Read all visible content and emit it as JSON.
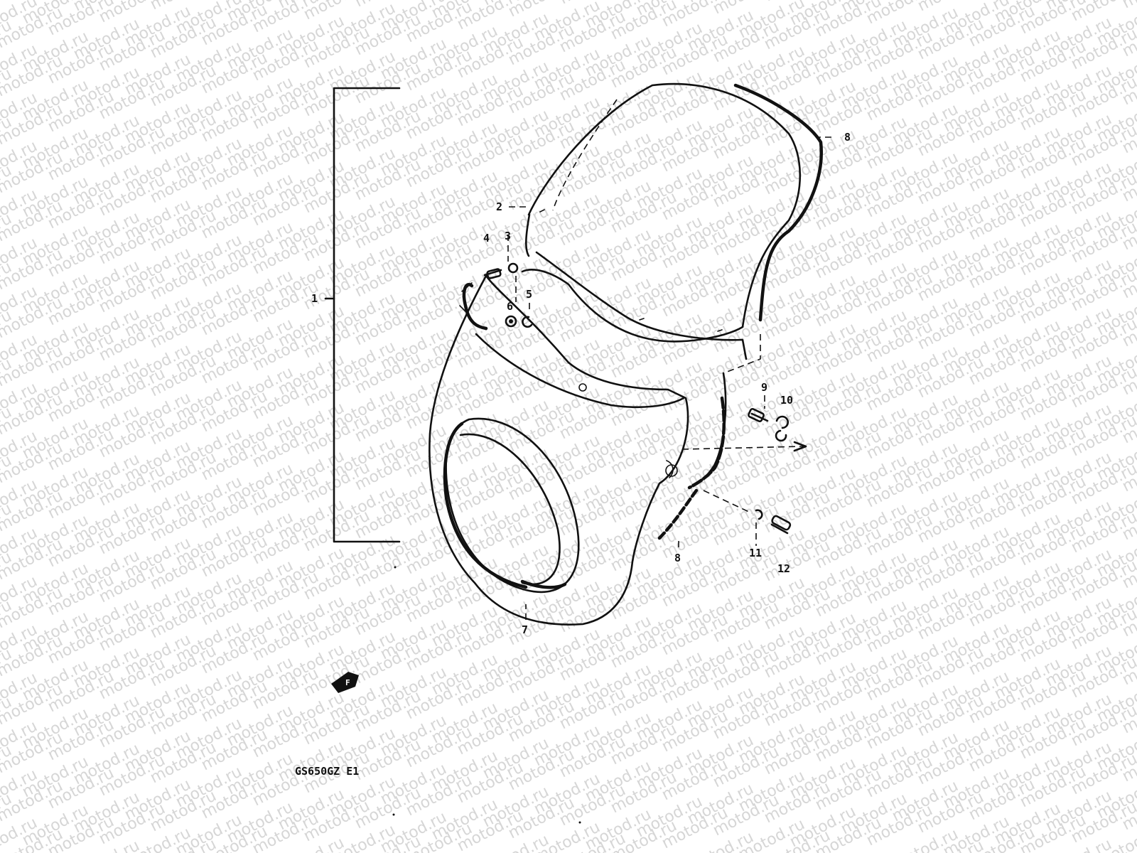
{
  "watermark": "motod.ru",
  "model_code": "GS650GZ  E1",
  "callouts": [
    "1",
    "2",
    "3",
    "4",
    "5",
    "6",
    "7",
    "8",
    "8",
    "9",
    "10",
    "11",
    "12"
  ],
  "front_marker": "F"
}
